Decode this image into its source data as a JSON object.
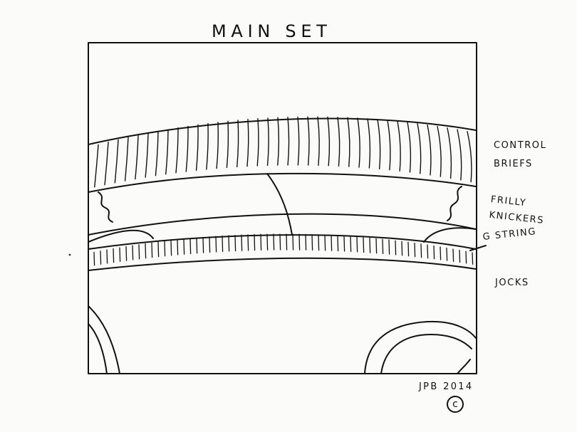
{
  "title": "MAIN SET",
  "labels": {
    "control_line1": "CONTROL",
    "control_line2": "BRIEFS",
    "frilly_line1": "FRILLY",
    "frilly_line2": "KNICKERS",
    "gstring": "G STRING",
    "jocks": "JOCKS"
  },
  "signature": "JPB 2014",
  "copyright": "c"
}
